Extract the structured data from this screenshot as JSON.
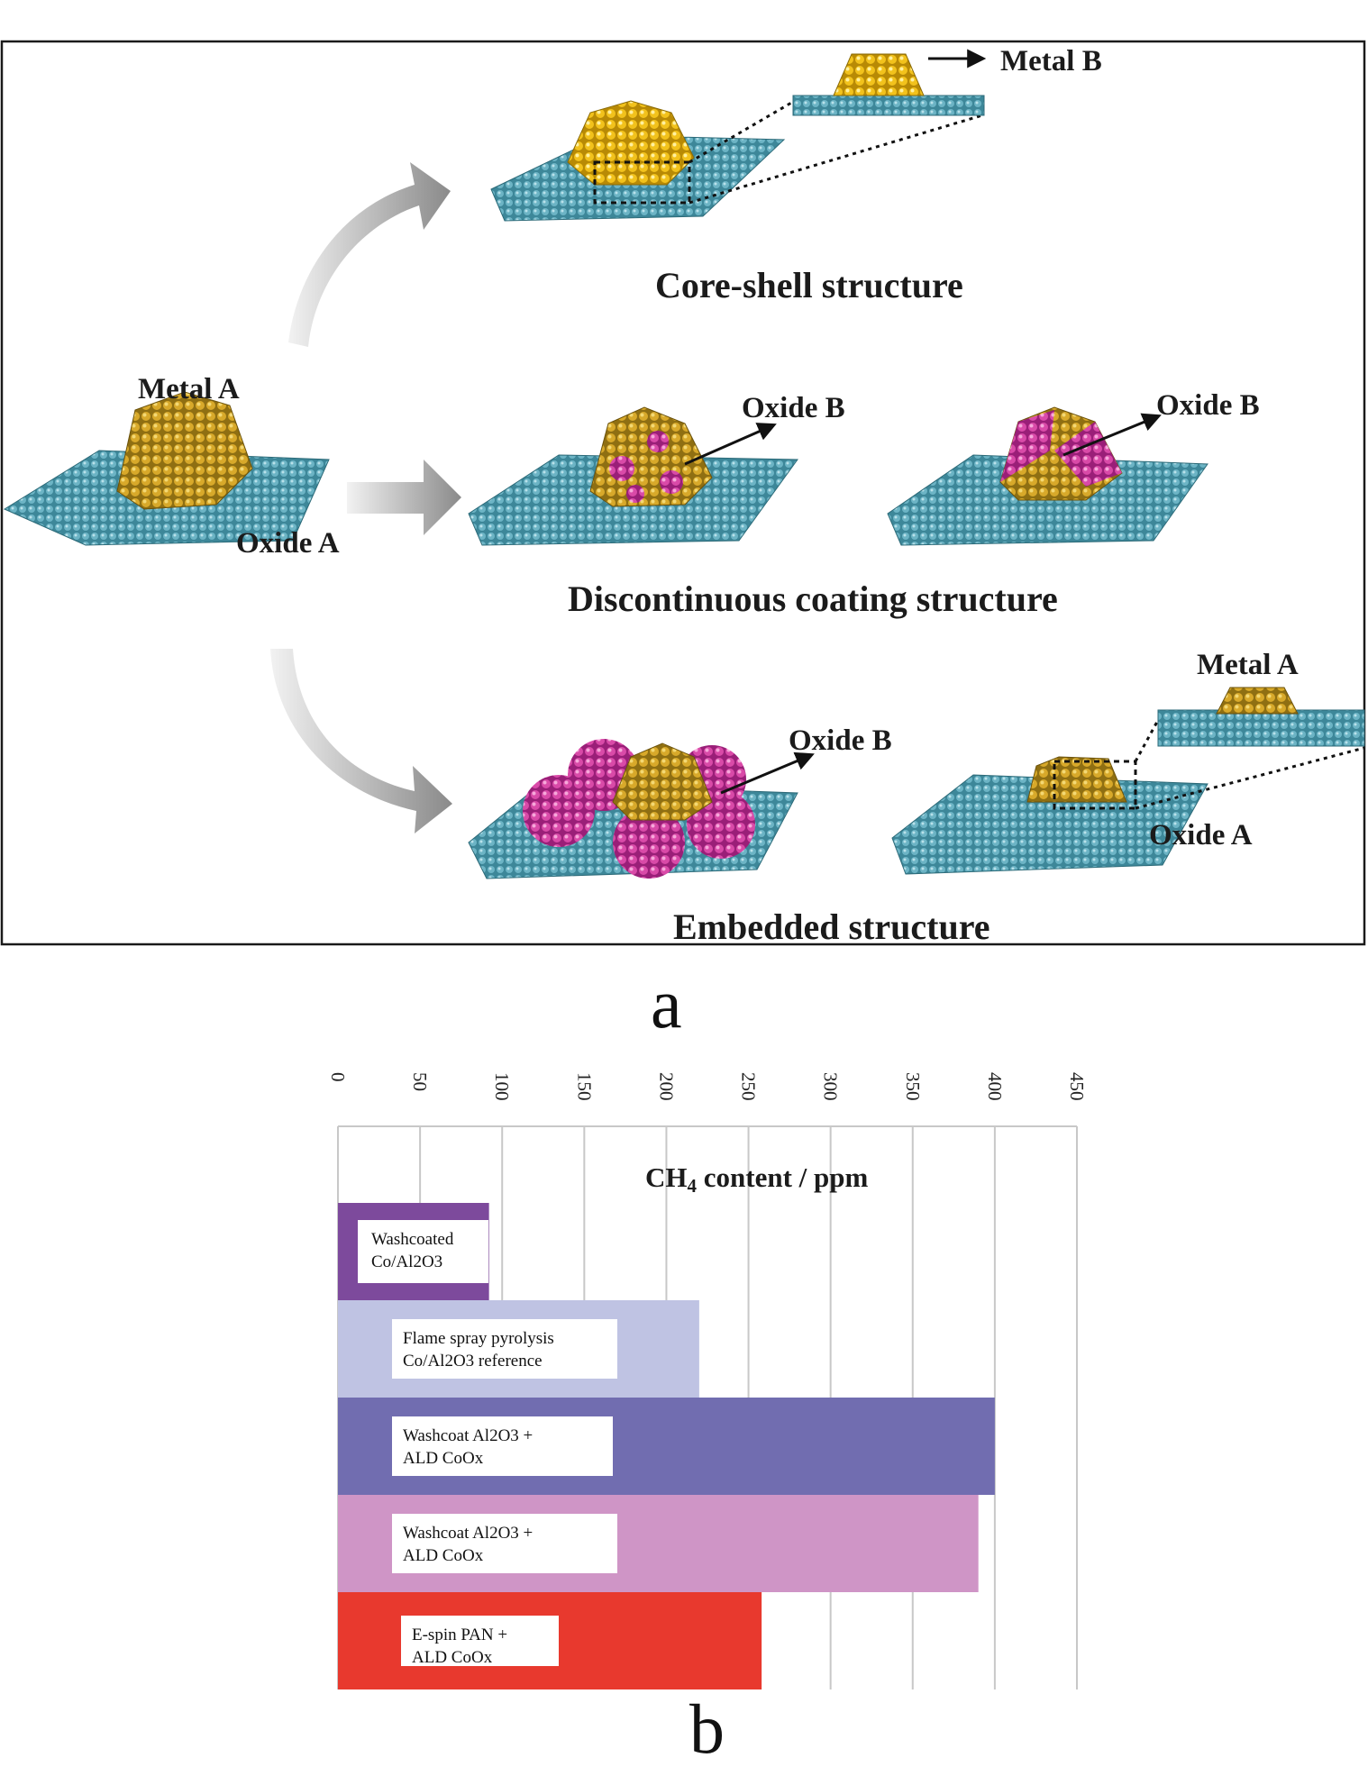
{
  "panel_a": {
    "metal_b": "Metal B",
    "core_shell": "Core-shell structure",
    "metal_a": "Metal A",
    "oxide_a": "Oxide A",
    "oxide_b_1": "Oxide B",
    "oxide_b_2": "Oxide B",
    "discontinuous": "Discontinuous coating structure",
    "metal_a_2": "Metal A",
    "oxide_b_3": "Oxide B",
    "oxide_a_2": "Oxide A",
    "embedded": "Embedded structure",
    "letter": "a"
  },
  "panel_b": {
    "letter": "b"
  },
  "chart_data": {
    "type": "bar",
    "orientation": "horizontal",
    "title": "CH4 content / ppm",
    "xlim": [
      0,
      450
    ],
    "ticks": [
      "0",
      "50",
      "100",
      "150",
      "200",
      "250",
      "300",
      "350",
      "400",
      "450"
    ],
    "grid": true,
    "categories": [
      [
        "Washcoated",
        "Co/Al2O3"
      ],
      [
        "Flame spray pyrolysis",
        "Co/Al2O3 reference"
      ],
      [
        "Washcoat Al2O3 +",
        "ALD CoOx"
      ],
      [
        "Washcoat Al2O3 +",
        "ALD  CoOx"
      ],
      [
        "E-spin  PAN  +",
        "ALD CoOx"
      ]
    ],
    "values": [
      92,
      220,
      400,
      390,
      258
    ],
    "colors": [
      "#7d4a9c",
      "#bfc3e3",
      "#716db0",
      "#cf95c6",
      "#e8392e"
    ]
  }
}
